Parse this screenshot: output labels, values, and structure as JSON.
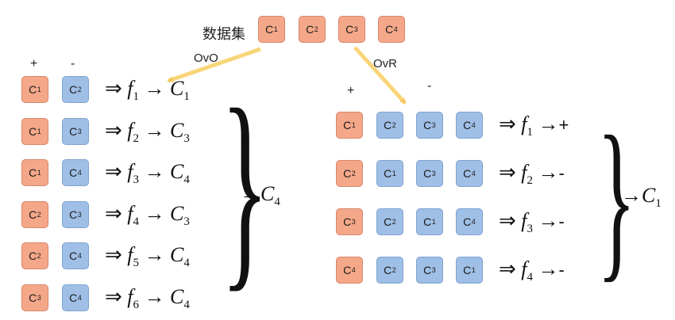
{
  "dataset": {
    "label": "数据集",
    "classes": [
      {
        "name": "C",
        "sub": "1"
      },
      {
        "name": "C",
        "sub": "2"
      },
      {
        "name": "C",
        "sub": "3"
      },
      {
        "name": "C",
        "sub": "4"
      }
    ]
  },
  "colors": {
    "positive": "#f4a889",
    "negative": "#9fbfe6",
    "arrow": "#f9d57a"
  },
  "ovo": {
    "arrow_label": "OvO",
    "pos_header": "+",
    "neg_header": "-",
    "rows": [
      {
        "pos": {
          "name": "C",
          "sub": "1"
        },
        "neg": {
          "name": "C",
          "sub": "2"
        },
        "f": "f",
        "fsub": "1",
        "target": "C",
        "tsub": "1"
      },
      {
        "pos": {
          "name": "C",
          "sub": "1"
        },
        "neg": {
          "name": "C",
          "sub": "3"
        },
        "f": "f",
        "fsub": "2",
        "target": "C",
        "tsub": "3"
      },
      {
        "pos": {
          "name": "C",
          "sub": "1"
        },
        "neg": {
          "name": "C",
          "sub": "4"
        },
        "f": "f",
        "fsub": "3",
        "target": "C",
        "tsub": "4"
      },
      {
        "pos": {
          "name": "C",
          "sub": "2"
        },
        "neg": {
          "name": "C",
          "sub": "3"
        },
        "f": "f",
        "fsub": "4",
        "target": "C",
        "tsub": "3"
      },
      {
        "pos": {
          "name": "C",
          "sub": "2"
        },
        "neg": {
          "name": "C",
          "sub": "4"
        },
        "f": "f",
        "fsub": "5",
        "target": "C",
        "tsub": "4"
      },
      {
        "pos": {
          "name": "C",
          "sub": "3"
        },
        "neg": {
          "name": "C",
          "sub": "4"
        },
        "f": "f",
        "fsub": "6",
        "target": "C",
        "tsub": "4"
      }
    ],
    "result": {
      "name": "C",
      "sub": "4"
    }
  },
  "ovr": {
    "arrow_label": "OvR",
    "pos_header": "+",
    "neg_header": "-",
    "rows": [
      {
        "pos": {
          "name": "C",
          "sub": "1"
        },
        "neg": [
          {
            "name": "C",
            "sub": "2"
          },
          {
            "name": "C",
            "sub": "3"
          },
          {
            "name": "C",
            "sub": "4"
          }
        ],
        "f": "f",
        "fsub": "1",
        "label": "+"
      },
      {
        "pos": {
          "name": "C",
          "sub": "2"
        },
        "neg": [
          {
            "name": "C",
            "sub": "1"
          },
          {
            "name": "C",
            "sub": "3"
          },
          {
            "name": "C",
            "sub": "4"
          }
        ],
        "f": "f",
        "fsub": "2",
        "label": "-"
      },
      {
        "pos": {
          "name": "C",
          "sub": "3"
        },
        "neg": [
          {
            "name": "C",
            "sub": "2"
          },
          {
            "name": "C",
            "sub": "1"
          },
          {
            "name": "C",
            "sub": "4"
          }
        ],
        "f": "f",
        "fsub": "3",
        "label": "-"
      },
      {
        "pos": {
          "name": "C",
          "sub": "4"
        },
        "neg": [
          {
            "name": "C",
            "sub": "2"
          },
          {
            "name": "C",
            "sub": "3"
          },
          {
            "name": "C",
            "sub": "1"
          }
        ],
        "f": "f",
        "fsub": "4",
        "label": "-"
      }
    ],
    "result": {
      "name": "C",
      "sub": "1"
    }
  }
}
